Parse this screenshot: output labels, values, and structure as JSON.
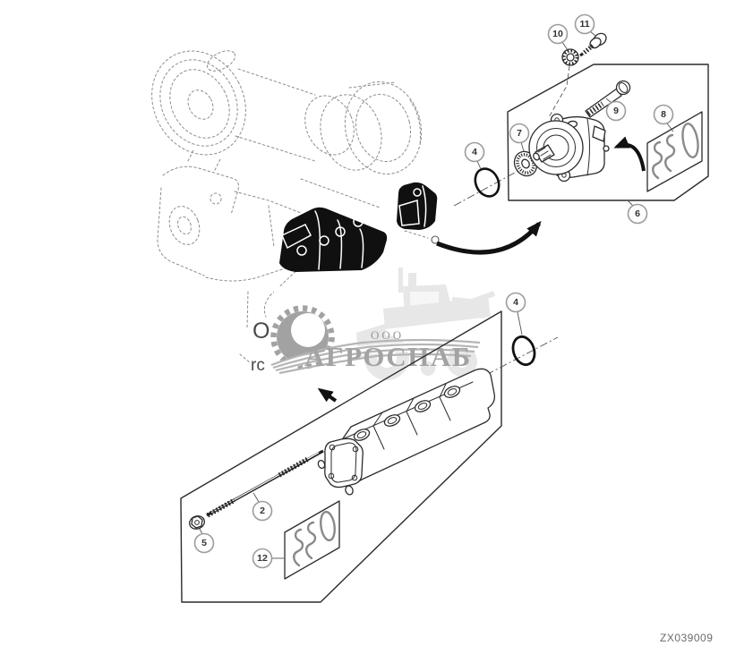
{
  "diagram": {
    "drawing_number": "ZX039009",
    "callouts": {
      "n2": "2",
      "n4": "4",
      "n5": "5",
      "n6": "6",
      "n7": "7",
      "n8": "8",
      "n9": "9",
      "n10": "10",
      "n11": "11",
      "n12": "12"
    }
  },
  "watermark": {
    "org_form": "ООО",
    "company": "АГРОСНАБ"
  },
  "text_fragments": {
    "upper": "O",
    "lower": "rc"
  },
  "colors": {
    "background": "#ffffff",
    "diagram_line": "#2b2b2b",
    "dashed_outline": "#8c8c8c",
    "callout_ring": "#9c9c9c",
    "watermark_gray": "#a3a3a3",
    "watermark_light": "#e7e7e7",
    "arrow_black": "#111111"
  }
}
